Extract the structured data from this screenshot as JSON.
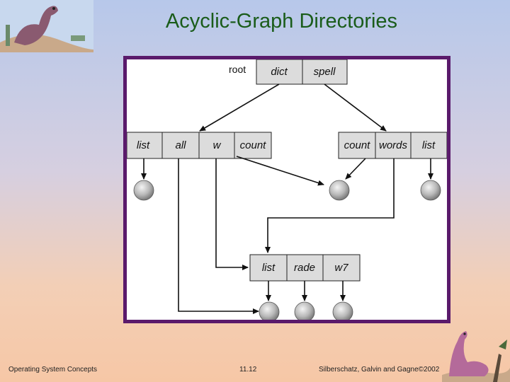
{
  "slide": {
    "title": "Acyclic-Graph Directories"
  },
  "diagram": {
    "root_label": "root",
    "root_dir": [
      "dict",
      "spell"
    ],
    "dict_dir": [
      "list",
      "all",
      "w",
      "count"
    ],
    "spell_dir": [
      "count",
      "words",
      "list"
    ],
    "shared_dir": [
      "list",
      "rade",
      "w7"
    ]
  },
  "footer": {
    "course": "Operating System Concepts",
    "page": "11.12",
    "copyright": "Silberschatz, Galvin and  Gagne©2002"
  },
  "colors": {
    "frame": "#5a1a6b",
    "title": "#1a5c1a",
    "cell_fill": "#dcdcdc"
  }
}
